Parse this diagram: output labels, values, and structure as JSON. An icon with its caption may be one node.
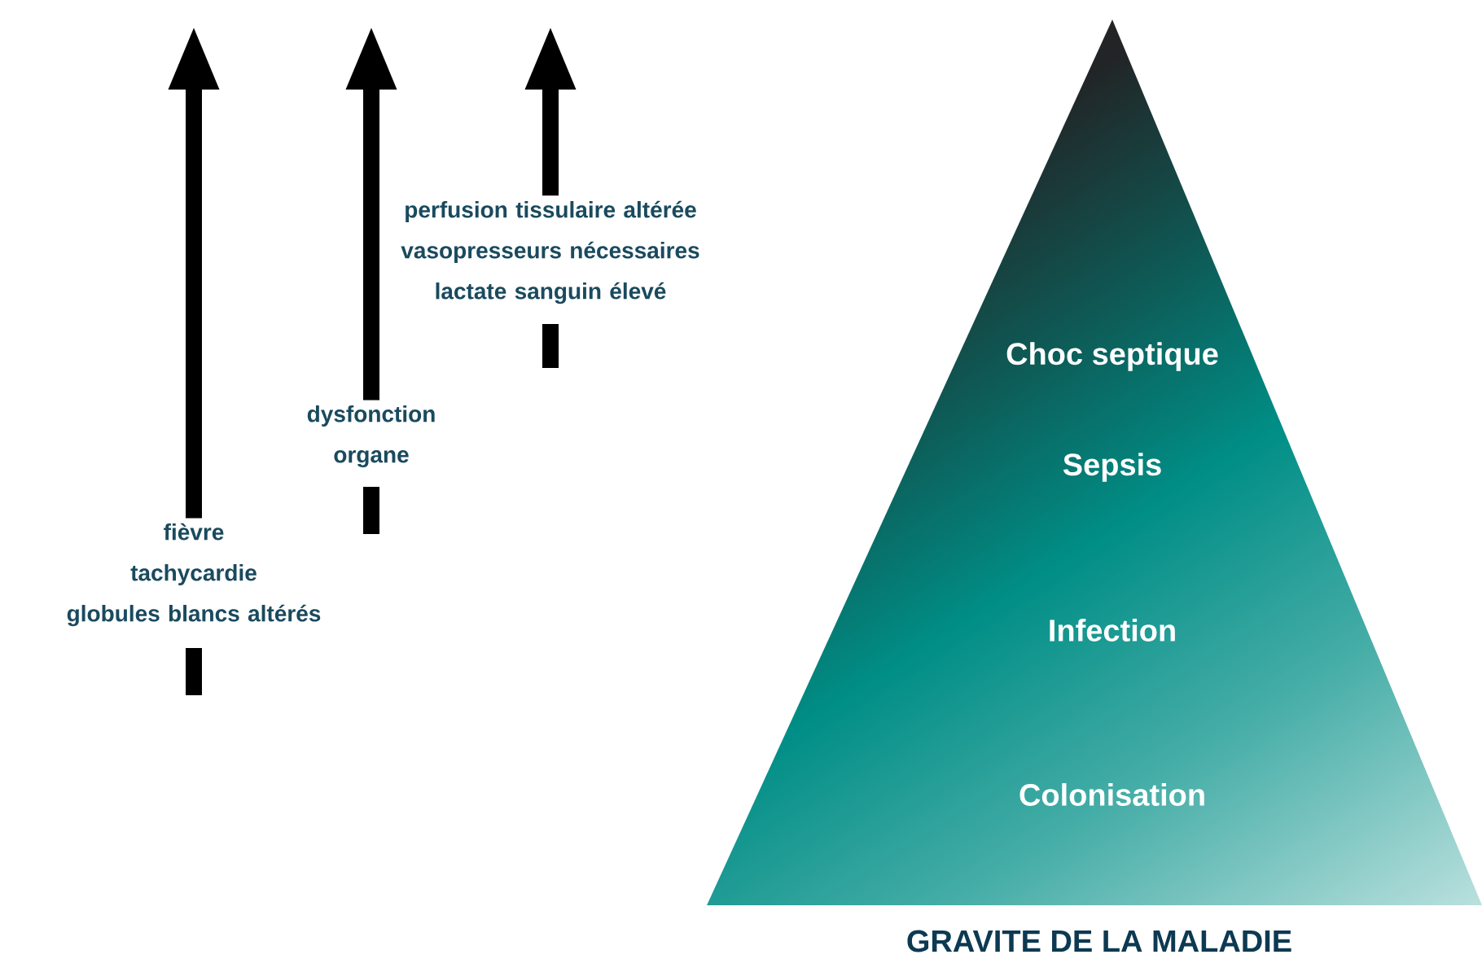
{
  "diagram": {
    "caption": "GRAVITE DE LA MALADIE",
    "nodes": [
      {
        "text": [
          "fièvre",
          "tachycardie",
          "globules blancs altérés"
        ]
      },
      {
        "text": [
          "dysfonction organe"
        ]
      },
      {
        "text": [
          "perfusion tissulaire altérée",
          "vasopresseurs nécessaires",
          "lactate sanguin élevé"
        ]
      },
      {
        "text": [
          "Choc septique",
          "Sepsis",
          "Infection",
          "Colonisation"
        ]
      }
    ],
    "edges": [
      {
        "from": 0,
        "to": null,
        "arrow": "to"
      },
      {
        "from": 1,
        "to": null,
        "arrow": "to"
      },
      {
        "from": 2,
        "to": null,
        "arrow": "to"
      }
    ]
  }
}
